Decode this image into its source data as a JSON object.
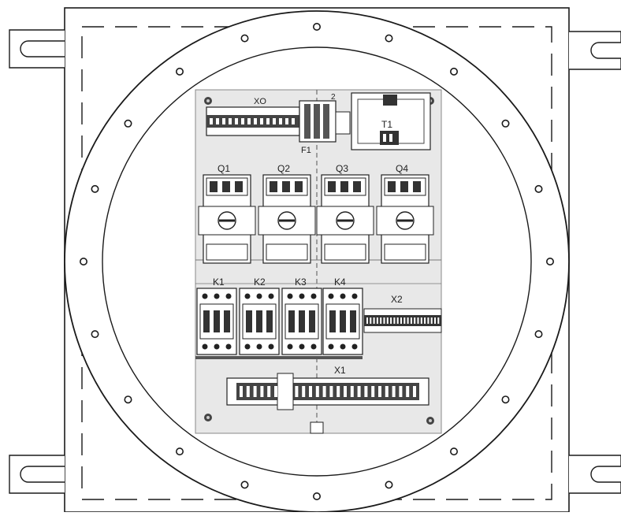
{
  "drawing": {
    "labels": {
      "xo": "XO",
      "f1": "F1",
      "f2": "2",
      "t1": "T1",
      "q1": "Q1",
      "q2": "Q2",
      "q3": "Q3",
      "q4": "Q4",
      "k1": "K1",
      "k2": "K2",
      "k3": "K3",
      "k4": "K4",
      "x1": "X1",
      "x2": "X2"
    },
    "colors": {
      "line": "#1a1a1a",
      "plate": "#e8e8e8",
      "component": "#ffffff",
      "terminal_dark": "#333333"
    }
  }
}
